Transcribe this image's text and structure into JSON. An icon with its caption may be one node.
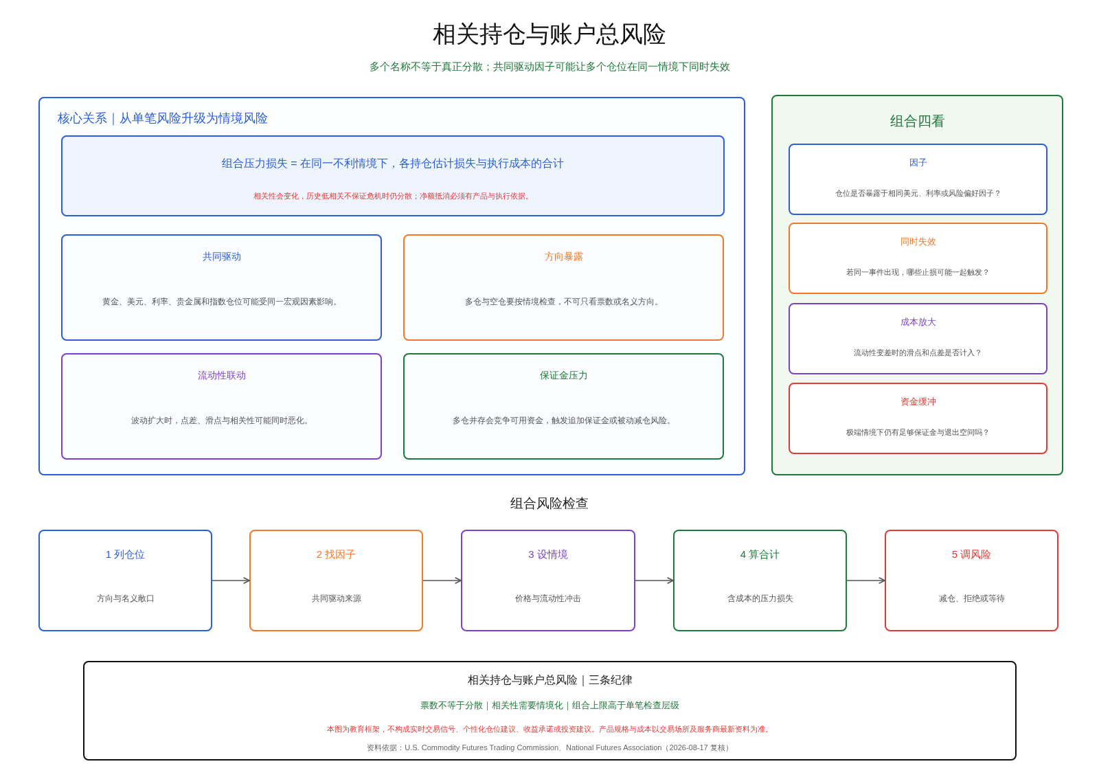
{
  "diagram": {
    "title": "相关持仓与账户总风险",
    "nodes": [
      {
        "text": [
          "核心关系｜从单笔风险升级为情境风险"
        ]
      },
      {
        "text": [
          "组合压力损失 = 在同一不利情境下，各持仓估计损失与执行成本的合计",
          "相关性会变化，历史低相关不保证危机时仍分散；净额抵消必须有产品与执行依据。"
        ],
        "in": 0
      },
      {
        "text": [
          "共同驱动",
          "黄金、美元、利率、贵金属和指数仓位可能受同一宏观因素影响。"
        ],
        "in": 0
      },
      {
        "text": [
          "方向暴露",
          "多仓与空仓要按情境检查，不可只看票数或名义方向。"
        ],
        "in": 0
      },
      {
        "text": [
          "流动性联动",
          "波动扩大时，点差、滑点与相关性可能同时恶化。"
        ],
        "in": 0
      },
      {
        "text": [
          "保证金压力",
          "多仓并存会竞争可用资金，触发追加保证金或被动减仓风险。"
        ],
        "in": 0
      },
      {
        "text": [
          "组合四看"
        ]
      },
      {
        "text": [
          "因子",
          "仓位是否暴露于相同美元、利率或风险偏好因子？"
        ],
        "in": 6
      },
      {
        "text": [
          "同时失效",
          "若同一事件出现，哪些止损可能一起触发？"
        ],
        "in": 6
      },
      {
        "text": [
          "成本放大",
          "流动性变差时的滑点和点差是否计入？"
        ],
        "in": 6
      },
      {
        "text": [
          "资金缓冲",
          "极端情境下仍有足够保证金与退出空间吗？"
        ],
        "in": 6
      },
      {
        "text": [
          "1 列仓位",
          "方向与名义敞口"
        ]
      },
      {
        "text": [
          "2 找因子",
          "共同驱动来源"
        ]
      },
      {
        "text": [
          "3 设情境",
          "价格与流动性冲击"
        ]
      },
      {
        "text": [
          "4 算合计",
          "含成本的压力损失"
        ]
      },
      {
        "text": [
          "5 调风险",
          "减仓、拒绝或等待"
        ]
      },
      {
        "text": [
          "相关持仓与账户总风险｜三条纪律",
          "票数不等于分散｜相关性需要情境化｜组合上限高于单笔检查层级",
          "本图为教育框架，不构成实时交易信号、个性化仓位建议、收益承诺或投资建议。产品规格与成本以交易场所及服务商最新资料为准。",
          "资料依据：U.S. Commodity Futures Trading Commission、National Futures Association（2026-08-17 复核）"
        ]
      }
    ],
    "edges": [
      {
        "from": 11,
        "to": 12,
        "arrow": "to"
      },
      {
        "from": 12,
        "to": 13,
        "arrow": "to"
      },
      {
        "from": 13,
        "to": 14,
        "arrow": "to"
      },
      {
        "from": 14,
        "to": 15,
        "arrow": "to"
      }
    ],
    "labels": [
      "多个名称不等于真正分散；共同驱动因子可能让多个仓位在同一情境下同时失效",
      "组合风险检查"
    ]
  }
}
